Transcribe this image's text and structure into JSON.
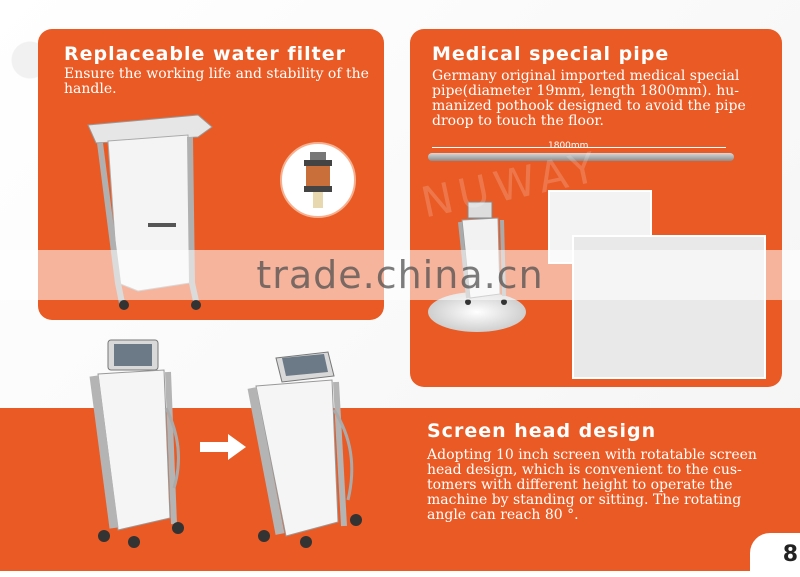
{
  "panels": {
    "water_filter": {
      "title": "Replaceable water filter",
      "text": "Ensure the working life and stability of the handle."
    },
    "medical_pipe": {
      "title": "Medical special pipe",
      "text": "Germany original imported medical special pipe(diameter 19mm, length 1800mm). hu-manized pothook designed to avoid the pipe droop to touch the floor.",
      "measure_label": "1800mm"
    },
    "screen_head": {
      "title": "Screen head design",
      "text": "Adopting 10 inch screen with rotatable screen head design, which is convenient to the cus-tomers with different height to operate the machine by standing or sitting. The rotating angle can reach 80 °."
    }
  },
  "watermark": "trade.china.cn",
  "brand_watermark": "NUWAY",
  "page_number": "8",
  "colors": {
    "accent": "#ea5a24",
    "text": "#ffffff"
  }
}
